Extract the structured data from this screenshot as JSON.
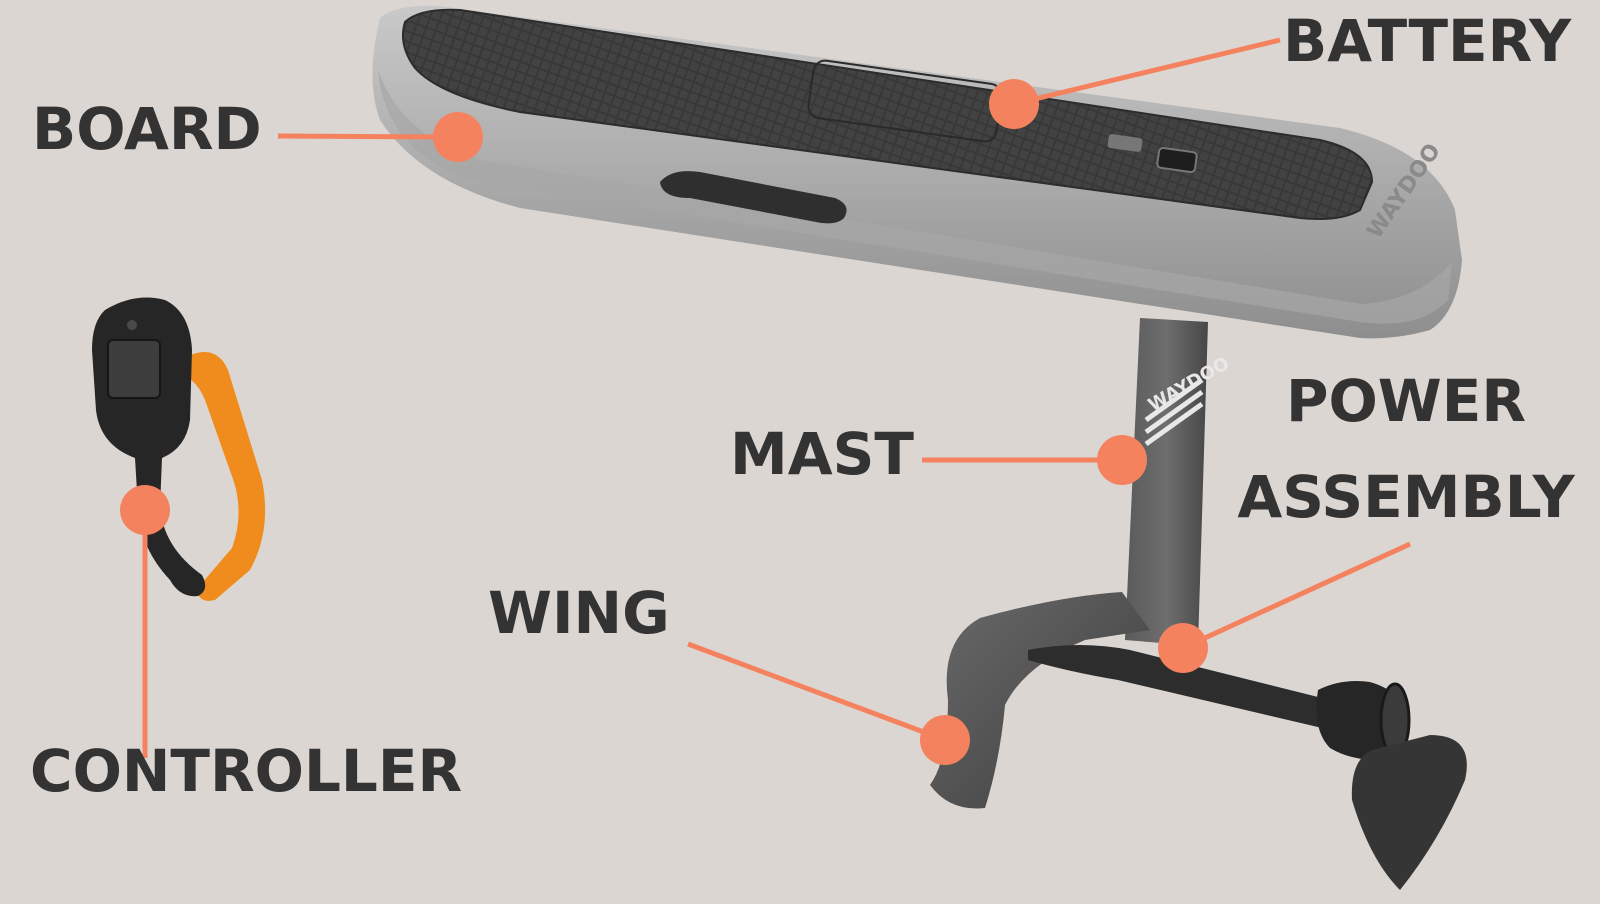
{
  "labels": {
    "battery": "BATTERY",
    "board": "BOARD",
    "mast": "MAST",
    "power_line1": "POWER",
    "power_line2": "ASSEMBLY",
    "wing": "WING",
    "controller": "CONTROLLER"
  },
  "brand_text": "WAYDOO",
  "colors": {
    "background": "#dcd6d2",
    "accent": "#f5825f",
    "text": "#333333",
    "board_shell": "#b7b7b7",
    "deck_pad": "#3a3a3a",
    "foil": "#4a4a4a",
    "controller_grip": "#f08c1e"
  }
}
